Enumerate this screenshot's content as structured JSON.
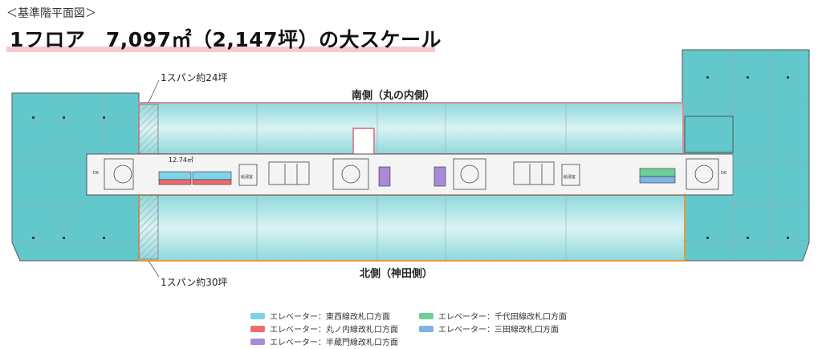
{
  "header": {
    "caption": "＜基準階平面図＞",
    "headline": "1フロア　7,097㎡（2,147坪）の大スケール"
  },
  "plan": {
    "south_label": "南側（丸の内側）",
    "north_label": "北側（神田側）",
    "span_south": "1スパン約24坪",
    "span_north": "1スパン約30坪",
    "core_area": "12.74㎡"
  },
  "legend": [
    {
      "label": "エレベーター：東西線改札口方面",
      "color": "#7fd3e8"
    },
    {
      "label": "エレベーター：千代田線改札口方面",
      "color": "#6fcf97"
    },
    {
      "label": "エレベーター：丸ノ内線改札口方面",
      "color": "#ef6b6b"
    },
    {
      "label": "エレベーター：三田線改札口方面",
      "color": "#7fb2e5"
    },
    {
      "label": "エレベーター：半蔵門線改札口方面",
      "color": "#a78bd8"
    }
  ]
}
